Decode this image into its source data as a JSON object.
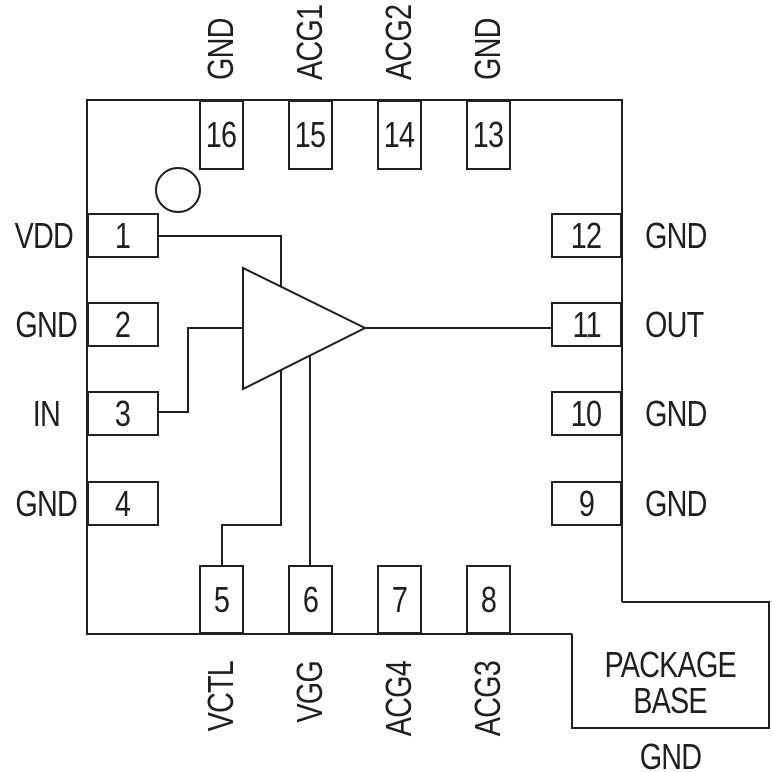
{
  "pinout": {
    "pins": {
      "left": [
        {
          "number": "1",
          "label": "VDD"
        },
        {
          "number": "2",
          "label": "GND"
        },
        {
          "number": "3",
          "label": "IN"
        },
        {
          "number": "4",
          "label": "GND"
        }
      ],
      "top": [
        {
          "number": "16",
          "label": "GND"
        },
        {
          "number": "15",
          "label": "ACG1"
        },
        {
          "number": "14",
          "label": "ACG2"
        },
        {
          "number": "13",
          "label": "GND"
        }
      ],
      "right": [
        {
          "number": "12",
          "label": "GND"
        },
        {
          "number": "11",
          "label": "OUT"
        },
        {
          "number": "10",
          "label": "GND"
        },
        {
          "number": "9",
          "label": "GND"
        }
      ],
      "bottom": [
        {
          "number": "5",
          "label": "VCTL"
        },
        {
          "number": "6",
          "label": "VGG"
        },
        {
          "number": "7",
          "label": "ACG4"
        },
        {
          "number": "8",
          "label": "ACG3"
        }
      ]
    },
    "base_pad": {
      "title_line1": "PACKAGE",
      "title_line2": "BASE",
      "ground_label": "GND"
    },
    "symbols": {
      "amplifier": "amplifier-triangle-icon",
      "pin1_marker": "pin1-indicator-circle"
    },
    "colors": {
      "line": "#1f1f1f",
      "background": "#ffffff"
    }
  }
}
